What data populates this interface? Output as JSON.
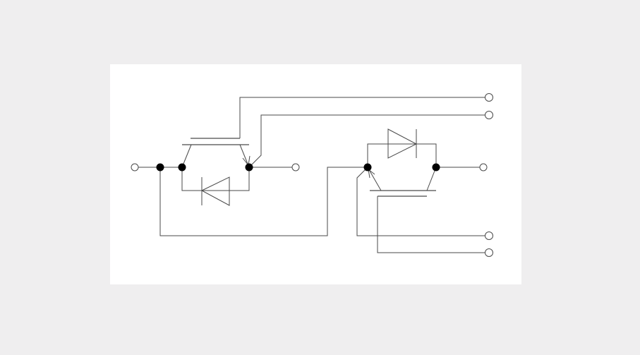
{
  "colors": {
    "background": "#efeeef",
    "card": "#ffffff",
    "wire": "#4a4a4a",
    "node": "#000000",
    "terminal_fill": "#ffffff"
  },
  "diagram": {
    "type": "circuit-schematic",
    "components": [
      {
        "name": "transistor-1",
        "kind": "transistor-with-antiparallel-diode"
      },
      {
        "name": "transistor-2",
        "kind": "transistor-with-antiparallel-diode"
      }
    ],
    "terminal_count": 7,
    "junction_count": 5
  }
}
